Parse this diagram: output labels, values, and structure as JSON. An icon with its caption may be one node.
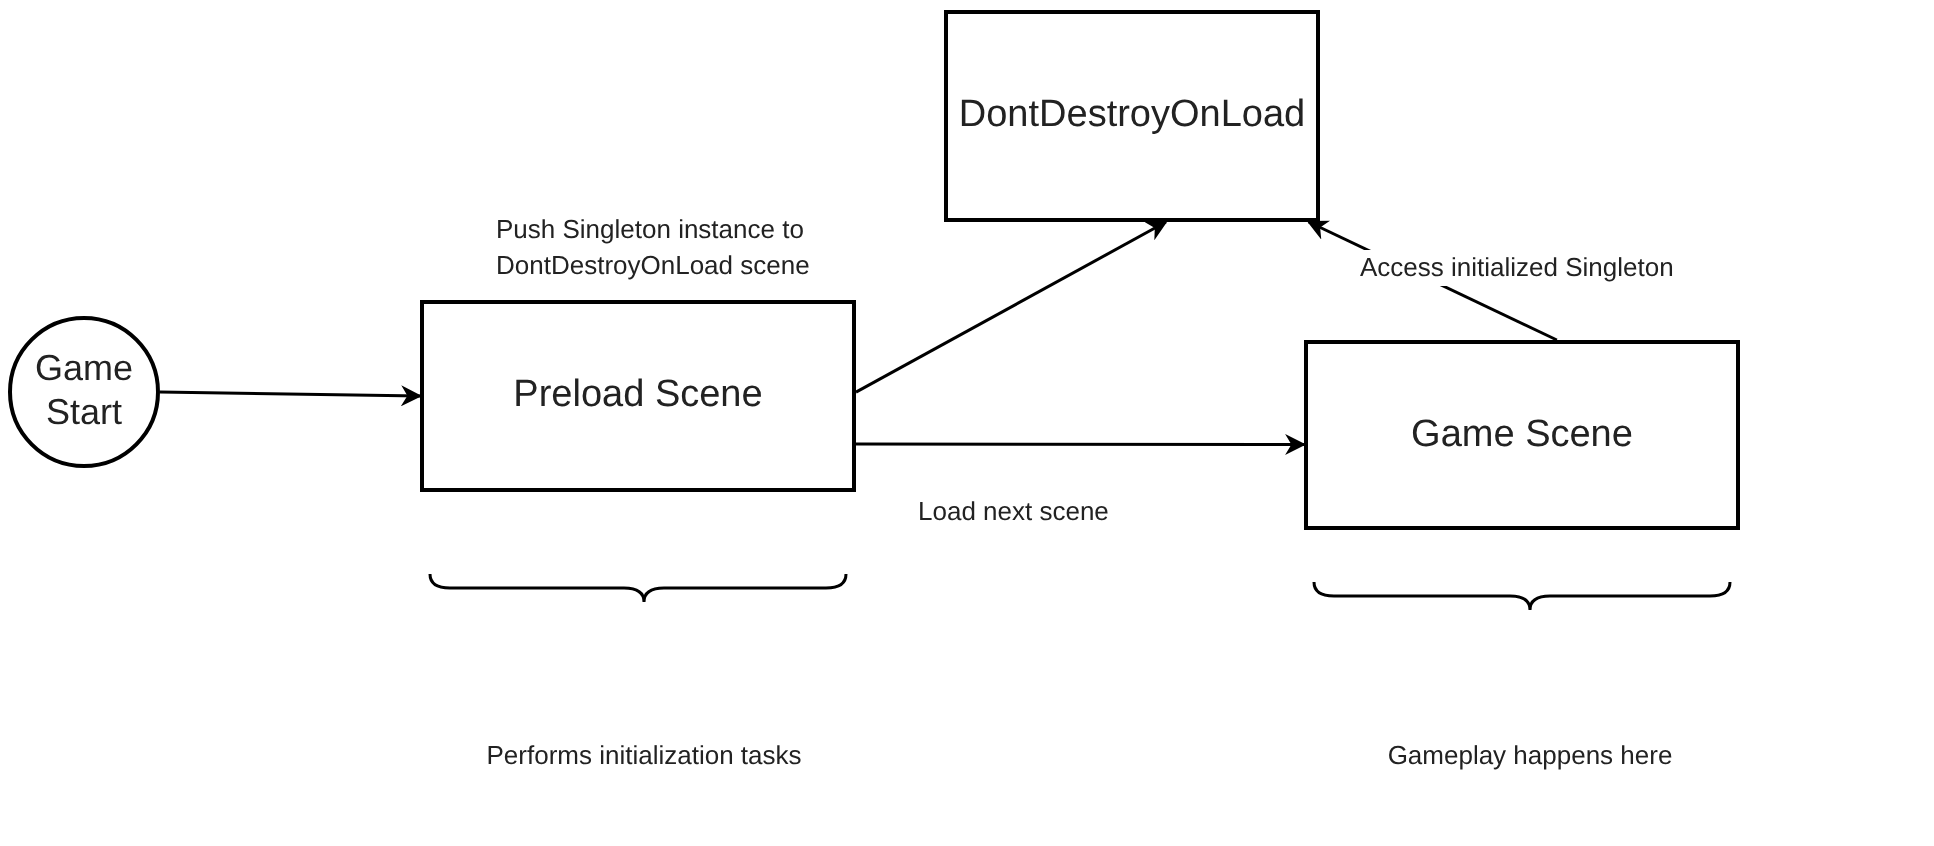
{
  "diagram": {
    "nodes": [
      {
        "text": [
          "Game Start"
        ]
      },
      {
        "text": [
          "Preload Scene"
        ]
      },
      {
        "text": [
          "DontDestroyOnLoad"
        ]
      },
      {
        "text": [
          "Game Scene"
        ]
      }
    ],
    "edges": [
      {
        "from": 0,
        "to": 1,
        "arrow": "to"
      },
      {
        "from": 1,
        "to": 2,
        "arrow": "to",
        "label": "Push Singleton instance to DontDestroyOnLoad scene"
      },
      {
        "from": 1,
        "to": 3,
        "arrow": "to",
        "label": "Load next scene"
      },
      {
        "from": 3,
        "to": 2,
        "arrow": "to",
        "label": "Access initialized Singleton"
      }
    ],
    "labels": [
      "Performs initialization tasks",
      "Gameplay happens here"
    ]
  }
}
